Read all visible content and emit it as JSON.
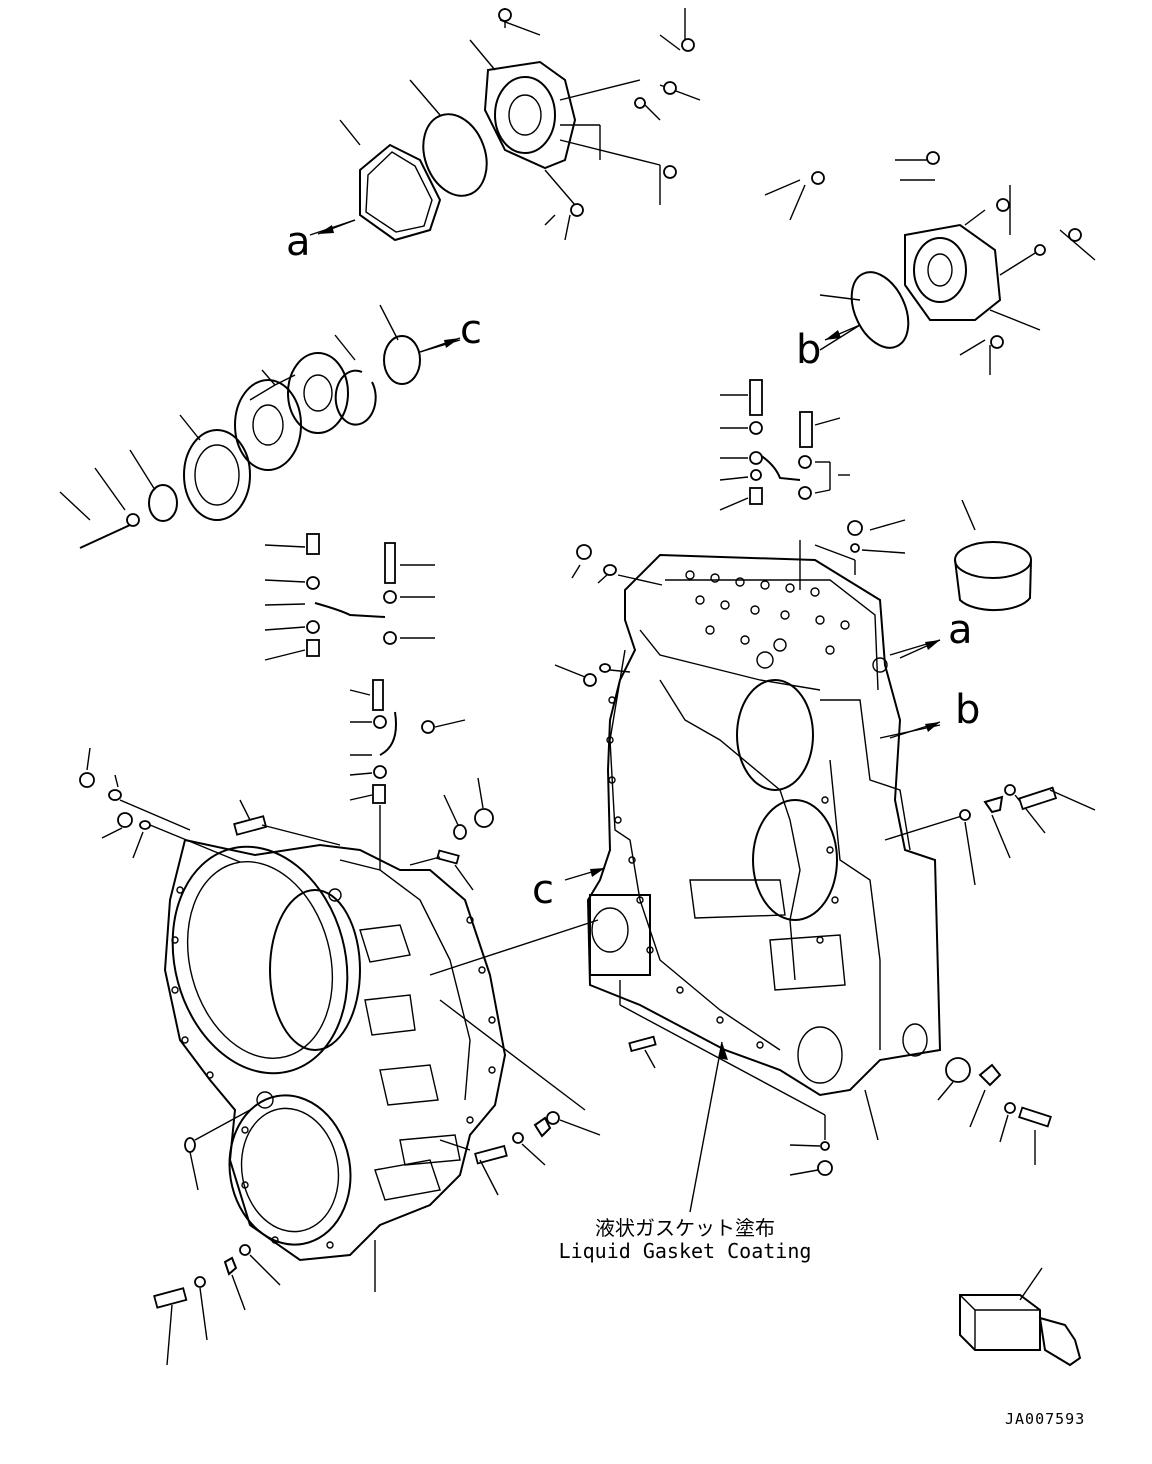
{
  "diagram": {
    "ref_letters": {
      "a_top": "a",
      "c_top": "c",
      "b_top": "b",
      "a_right": "a",
      "b_right": "b",
      "c_mid": "c"
    },
    "note": {
      "japanese": "液状ガスケット塗布",
      "english": "Liquid Gasket Coating"
    },
    "drawing_code": "JA007593"
  }
}
